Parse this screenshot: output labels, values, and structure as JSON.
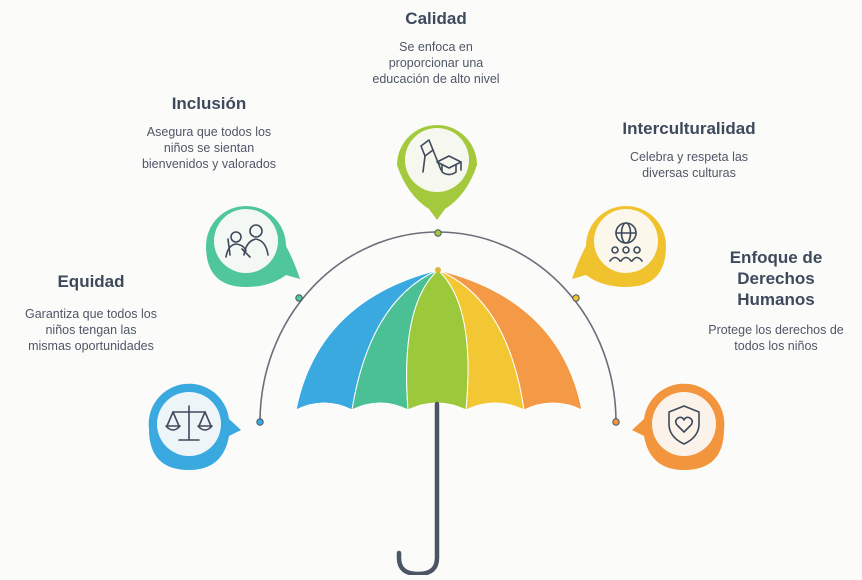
{
  "items": [
    {
      "key": "calidad",
      "title": "Calidad",
      "description": [
        "Se enfoca en",
        "proporcionar una",
        "educación de alto nivel"
      ],
      "color": "#a5c93d",
      "icon": "teaching-icon"
    },
    {
      "key": "inclusion",
      "title": "Inclusión",
      "description": [
        "Asegura que todos los",
        "niños se sientan",
        "bienvenidos y valorados"
      ],
      "color": "#4fc79b",
      "icon": "people-icon"
    },
    {
      "key": "interculturalidad",
      "title": "Interculturalidad",
      "description": [
        "Celebra y respeta las",
        "diversas culturas"
      ],
      "color": "#f0c32e",
      "icon": "globe-group-icon"
    },
    {
      "key": "equidad",
      "title": "Equidad",
      "description": [
        "Garantiza que todos los",
        "niños tengan las",
        "mismas oportunidades"
      ],
      "color": "#3aa9e0",
      "icon": "scale-icon"
    },
    {
      "key": "derechos",
      "title": "Enfoque de Derechos Humanos",
      "title_lines": [
        "Enfoque de",
        "Derechos",
        "Humanos"
      ],
      "description": [
        "Protege los derechos de",
        "todos los niños"
      ],
      "color": "#f2953d",
      "icon": "shield-heart-icon"
    }
  ],
  "umbrella_panel_colors": [
    "#3aa9e0",
    "#4cc095",
    "#9cc93c",
    "#f3c733",
    "#f49a47"
  ]
}
